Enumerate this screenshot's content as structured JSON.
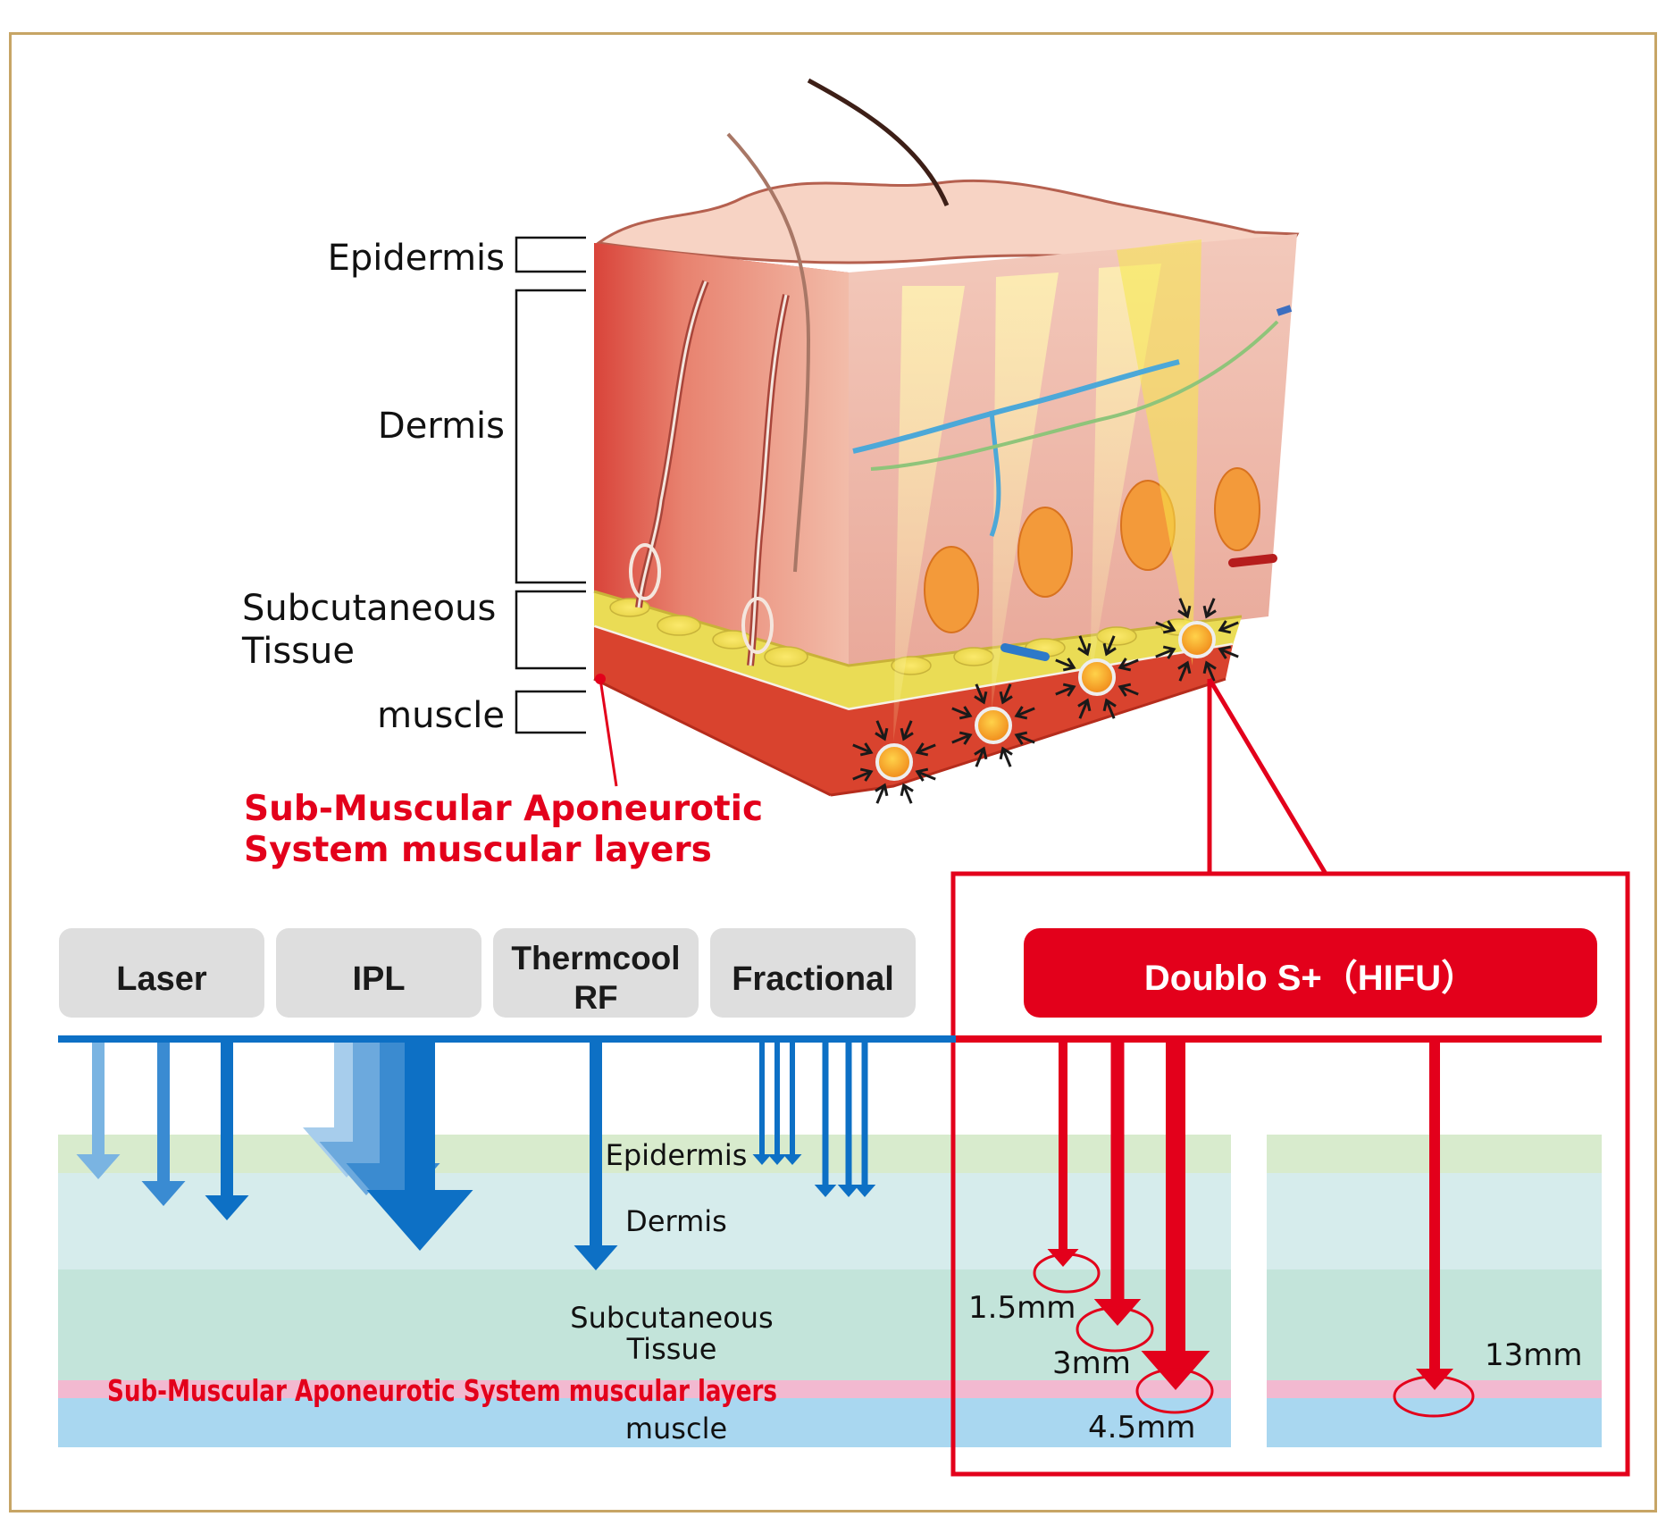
{
  "colors": {
    "frame": "#c7a565",
    "blue": "#0d70c5",
    "red": "#e3001b",
    "tab_gray": "#dedede",
    "band_epidermis": "#d8ebcd",
    "band_dermis": "#d6ecec",
    "band_subcutaneous": "#c3e4da",
    "band_smas": "#f2b9d0",
    "band_muscle": "#a9d7f0"
  },
  "skin_labels": {
    "epidermis": "Epidermis",
    "dermis": "Dermis",
    "subcutaneous_line1": "Subcutaneous",
    "subcutaneous_line2": "Tissue",
    "muscle": "muscle",
    "smas_line1": "Sub-Muscular Aponeurotic",
    "smas_line2": "System muscular layers"
  },
  "tabs": {
    "laser": "Laser",
    "ipl": "IPL",
    "thermcool_line1": "Thermcool",
    "thermcool_line2": "RF",
    "fractional": "Fractional",
    "hifu": "Doublo S+（HIFU）"
  },
  "layer_labels": {
    "epidermis": "Epidermis",
    "dermis": "Dermis",
    "subcutaneous_line1": "Subcutaneous",
    "subcutaneous_line2": "Tissue",
    "smas": "Sub-Muscular Aponeurotic System muscular layers",
    "muscle": "muscle"
  },
  "depths": {
    "d1": "1.5mm",
    "d2": "3mm",
    "d3": "4.5mm",
    "d4": "13mm"
  },
  "icons": [
    "skin-cross-section-illustration",
    "hifu-focal-point-icon",
    "down-arrow-icon"
  ]
}
